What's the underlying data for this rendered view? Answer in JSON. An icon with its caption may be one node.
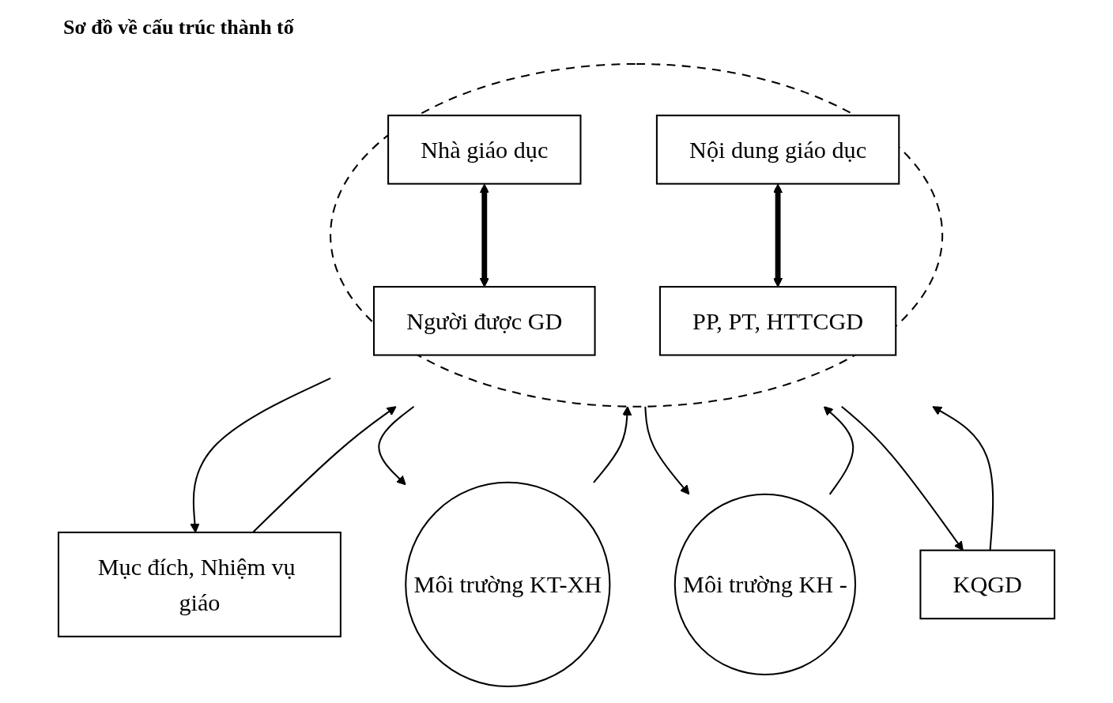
{
  "diagram": {
    "title": "Sơ đồ về cấu trúc thành tố",
    "nodes": [
      {
        "text": [
          "Mục đích, Nhiệm vụ giáo"
        ]
      },
      {
        "text": [],
        "shape": "ellipse"
      },
      {
        "text": [
          "Nhà giáo dục"
        ],
        "in": 1
      },
      {
        "text": [
          "Môi trường KT-XH"
        ]
      },
      {
        "text": [
          "Nội dung giáo dục"
        ],
        "in": 1
      },
      {
        "text": [
          "PP, PT, HTTCGD"
        ],
        "in": 1
      },
      {
        "text": [
          "Môi trường KH -"
        ]
      },
      {
        "text": [
          "Người được GD"
        ],
        "in": 1
      },
      {
        "text": [
          "KQGD"
        ]
      }
    ],
    "edges": [
      {
        "from": 0,
        "to": 1,
        "arrow": "to"
      },
      {
        "from": 1,
        "to": 0,
        "arrow": "to"
      },
      {
        "from": 2,
        "to": 7,
        "arrow": "both",
        "style": "thick"
      },
      {
        "from": 4,
        "to": 5,
        "arrow": "both",
        "style": "thick"
      },
      {
        "from": 3,
        "to": 1,
        "arrow": "to"
      },
      {
        "from": 1,
        "to": 3,
        "arrow": "to"
      },
      {
        "from": 1,
        "to": 6,
        "arrow": "to"
      },
      {
        "from": 6,
        "to": 1,
        "arrow": "to"
      },
      {
        "from": 1,
        "to": 8,
        "arrow": "to"
      },
      {
        "from": 8,
        "to": 1,
        "arrow": "to"
      }
    ]
  }
}
